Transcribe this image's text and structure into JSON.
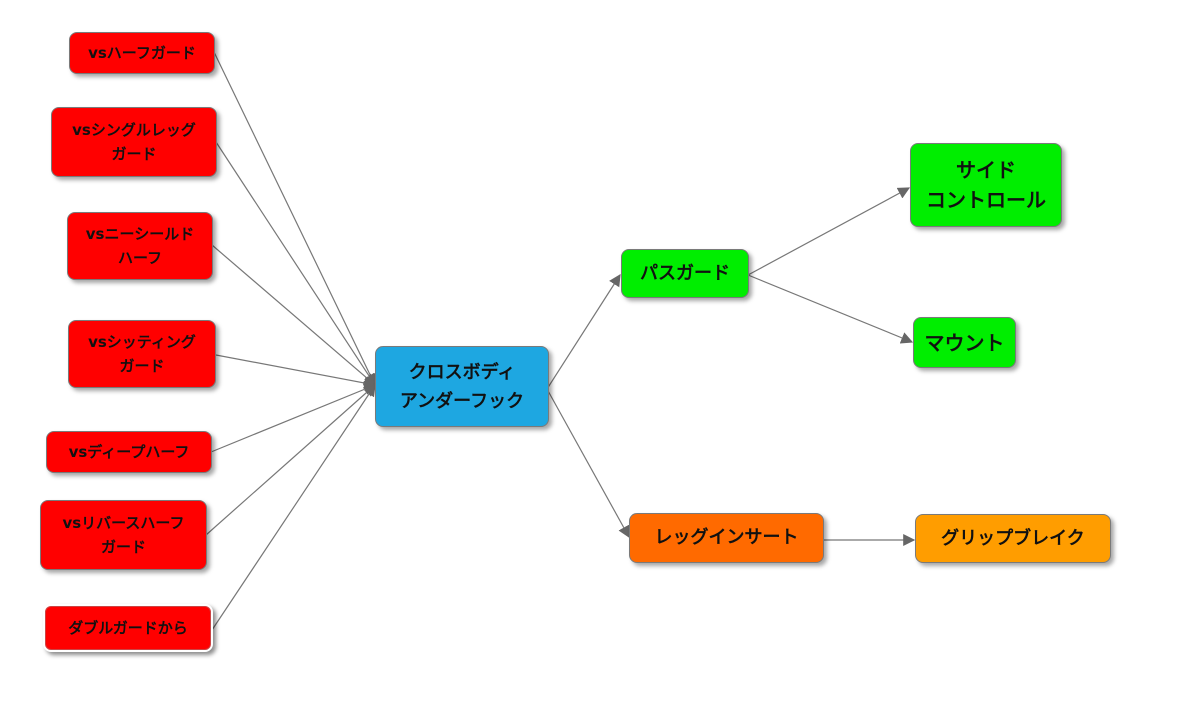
{
  "colors": {
    "red": "#ff0000",
    "blue": "#1ea7e1",
    "green": "#00ee00",
    "orange_dark": "#ff6a00",
    "orange_light": "#ff9d00"
  },
  "diagram": {
    "nodes": {
      "half_guard": "vsハーフガード",
      "single_leg": "vsシングルレッグ\nガード",
      "knee_shield": "vsニーシールド\nハーフ",
      "sitting_guard": "vsシッティング\nガード",
      "deep_half": "vsディープハーフ",
      "reverse_half": "vsリバースハーフ\nガード",
      "from_double_guard": "ダブルガードから",
      "center": "クロスボディ\nアンダーフック",
      "pass_guard": "パスガード",
      "side_control": "サイド\nコントロール",
      "mount": "マウント",
      "leg_insert": "レッグインサート",
      "grip_break": "グリップブレイク"
    }
  }
}
